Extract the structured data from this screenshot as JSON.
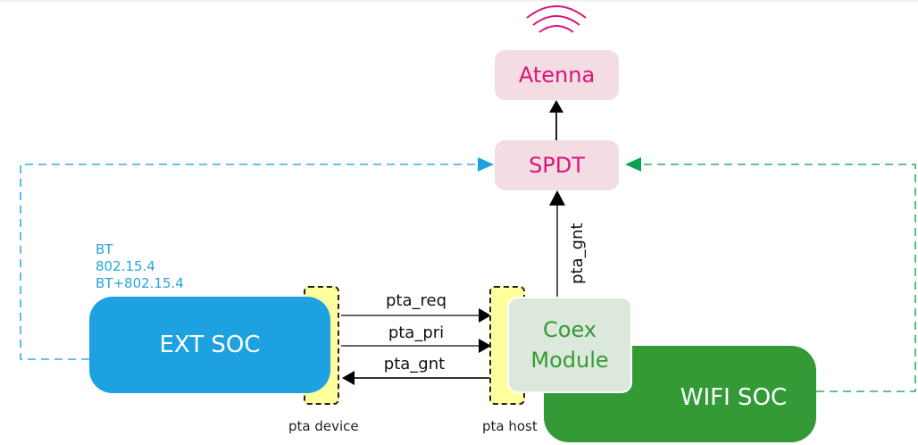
{
  "nodes": {
    "antenna": "Atenna",
    "spdt": "SPDT",
    "ext_soc": "EXT SOC",
    "wifi_soc": "WIFI SOC",
    "coex_line1": "Coex",
    "coex_line2": "Module"
  },
  "ext_protocols": [
    "BT",
    "802.15.4",
    "BT+802.15.4"
  ],
  "interfaces": {
    "device": "pta device",
    "host": "pta host"
  },
  "signals": {
    "req": "pta_req",
    "pri": "pta_pri",
    "gnt": "pta_gnt",
    "gnt_to_spdt": "pta_gnt"
  },
  "icons": {
    "antenna_signal": "wifi-signal-icon"
  },
  "colors": {
    "pink_text": "#d8157a",
    "pink_fill": "#f4dce3",
    "ext_blue": "#1ea1e1",
    "wifi_green": "#349a36",
    "coex_fill": "#dce8dc",
    "pta_yellow": "#ffff9e",
    "blue_dash": "#35aee3",
    "green_dash": "#27b360"
  }
}
